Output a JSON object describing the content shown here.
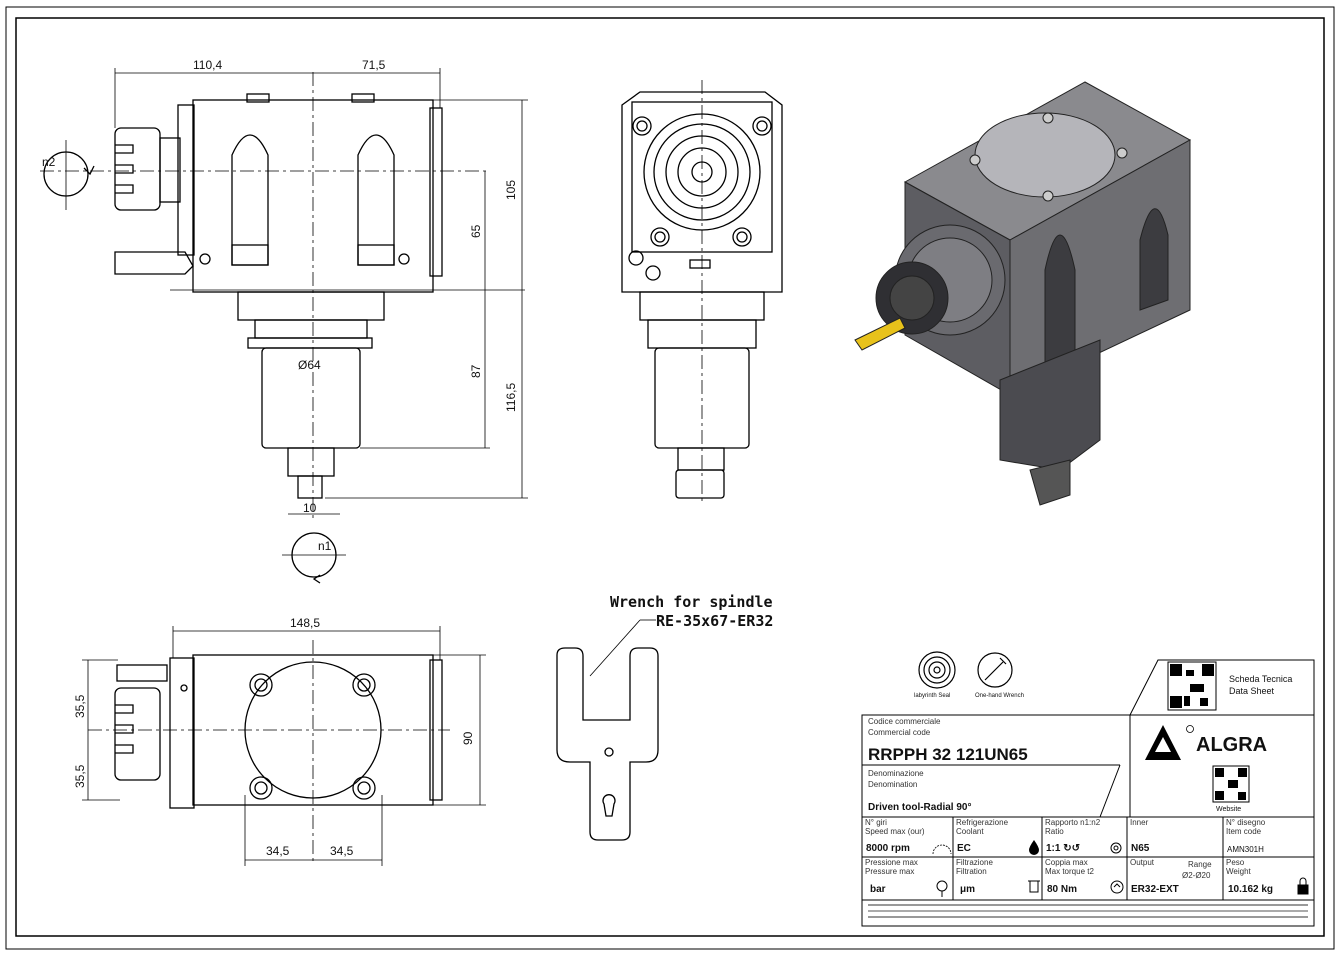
{
  "dimensions": {
    "front_left_width": "110,4",
    "front_right_width": "71,5",
    "height_total_upper": "105",
    "height_axis": "65",
    "height_lower": "87",
    "height_overall": "116,5",
    "diameter": "Ø64",
    "shank_width": "10",
    "bottom_width": "148,5",
    "bottom_offset_upper": "35,5",
    "bottom_offset_lower": "35,5",
    "bottom_height": "90",
    "bottom_hole_left": "34,5",
    "bottom_hole_right": "34,5"
  },
  "rotations": {
    "output": "n2",
    "input": "n1"
  },
  "wrench": {
    "title": "Wrench for spindle",
    "code": "RE-35x67-ER32"
  },
  "badges": {
    "labyrinth": "labyrinth Seal",
    "wrench": "One-hand Wrench"
  },
  "title_block": {
    "sheet_it": "Scheda Tecnica",
    "sheet_en": "Data Sheet",
    "brand": "ALGRA",
    "website": "Website",
    "code_label_it": "Codice commerciale",
    "code_label_en": "Commercial code",
    "code": "RRPPH 32 121UN65",
    "denom_label_it": "Denominazione",
    "denom_label_en": "Denomination",
    "denomination": "Driven tool-Radial 90°",
    "cells": [
      {
        "label_it": "N° giri",
        "label_en": "Speed max (our)",
        "value": "8000 rpm"
      },
      {
        "label_it": "Refrigerazione",
        "label_en": "Coolant",
        "value": "EC"
      },
      {
        "label_it": "Rapporto n1:n2",
        "label_en": "Ratio",
        "value": "1:1 ↻↺"
      },
      {
        "label_it": "Inner",
        "label_en": "",
        "value": "N65"
      },
      {
        "label_it": "N° disegno",
        "label_en": "Item code",
        "value": "AMN301H"
      },
      {
        "label_it": "Pressione max",
        "label_en": "Pressure max",
        "value": "bar"
      },
      {
        "label_it": "Filtrazione",
        "label_en": "Filtration",
        "value": "μm"
      },
      {
        "label_it": "Coppia max",
        "label_en": "Max torque t2",
        "value": "80 Nm"
      },
      {
        "label_it": "Output",
        "label_en": "",
        "value": "ER32-EXT"
      },
      {
        "label_it": "Peso",
        "label_en": "Weight",
        "value": "10.162 kg"
      }
    ],
    "range_label": "Range",
    "range_value": "Ø2-Ø20"
  }
}
